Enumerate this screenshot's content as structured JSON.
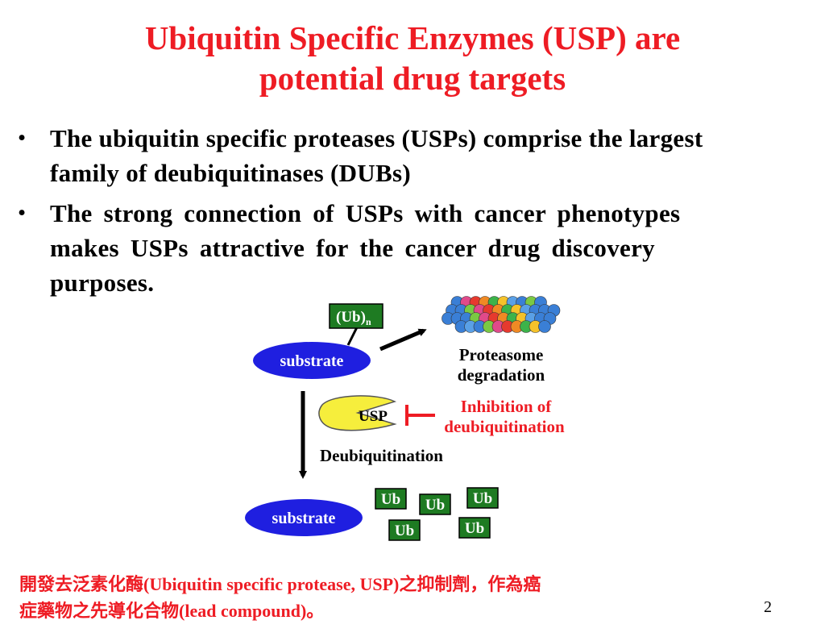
{
  "slide": {
    "title_line1": "Ubiquitin Specific Enzymes (USP) are",
    "title_line2": "potential drug targets",
    "bullets": [
      {
        "line1": "The ubiquitin specific proteases (USPs) comprise the largest",
        "line2": "family of deubiquitinases (DUBs)"
      },
      {
        "line1": "The strong connection of USPs with cancer phenotypes",
        "line2": "makes USPs attractive for the cancer drug discovery",
        "line3": "purposes."
      }
    ],
    "bullet_symbol": "•",
    "footnote_line1": "開發去泛素化酶(Ubiquitin specific protease, USP)之抑制劑，作為癌",
    "footnote_line2": "症藥物之先導化合物(lead compound)。",
    "page_number": "2"
  },
  "diagram": {
    "substrate_top": "substrate",
    "substrate_bottom": "substrate",
    "ub_chain": "(Ub)",
    "ub_chain_subscript": "n",
    "proteasome_line1": "Proteasome",
    "proteasome_line2": "degradation",
    "usp_label": "USP",
    "inhibition_line1": "Inhibition of",
    "inhibition_line2": "deubiquitination",
    "deubiquitination": "Deubiquitination",
    "ub_tags": [
      "Ub",
      "Ub",
      "Ub",
      "Ub",
      "Ub"
    ]
  },
  "colors": {
    "title": "#ee1c24",
    "substrate": "#1f1fe0",
    "ub_box": "#1e7b22",
    "usp": "#f6ee3c",
    "inhibition": "#ee1c24"
  }
}
